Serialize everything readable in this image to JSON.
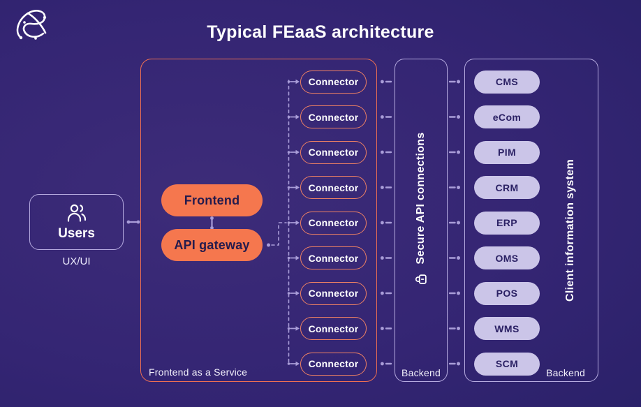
{
  "title": "Typical FEaaS architecture",
  "users": {
    "label": "Users",
    "caption": "UX/UI"
  },
  "feaas": {
    "caption": "Frontend as a Service",
    "frontend_label": "Frontend",
    "api_gateway_label": "API gateway",
    "connectors": [
      "Connector",
      "Connector",
      "Connector",
      "Connector",
      "Connector",
      "Connector",
      "Connector",
      "Connector",
      "Connector"
    ]
  },
  "secure_api": {
    "label": "Secure API connections",
    "caption": "Backend"
  },
  "client_system": {
    "label": "Client information system",
    "caption": "Backend",
    "systems": [
      "CMS",
      "eCom",
      "PIM",
      "CRM",
      "ERP",
      "OMS",
      "POS",
      "WMS",
      "SCM"
    ]
  },
  "colors": {
    "background_center": "#3d2c79",
    "background_edge": "#242062",
    "accent_orange_fill": "#f5774e",
    "accent_orange_outline": "#ee6f52",
    "lavender_outline": "#b6abe0",
    "connector_line": "#a99dd8",
    "light_pill_fill": "#cbc5e8",
    "dark_text": "#241b4d",
    "light_text": "#ffffff"
  }
}
